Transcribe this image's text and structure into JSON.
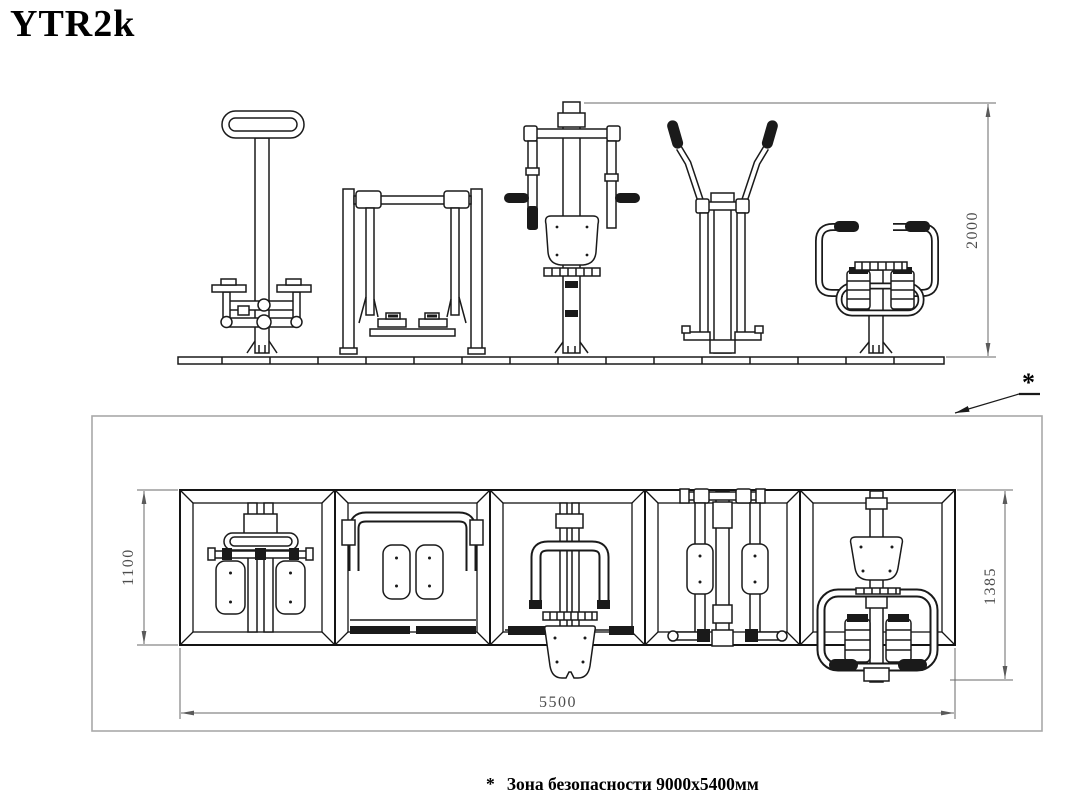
{
  "title": "YTR2k",
  "elevation": {
    "height_dim": "2000",
    "callout_marker": "*"
  },
  "plan": {
    "depth_dim": "1100",
    "overall_depth_dim": "1385",
    "length_dim": "5500"
  },
  "footnote": {
    "marker": "*",
    "text": "Зона безопасности 9000х5400мм"
  },
  "colors": {
    "line": "#1a1a1a",
    "dimension_line": "#6a6a6a",
    "dimension_text": "#4d4d4d",
    "safety_zone_border": "#a8a8a8"
  }
}
